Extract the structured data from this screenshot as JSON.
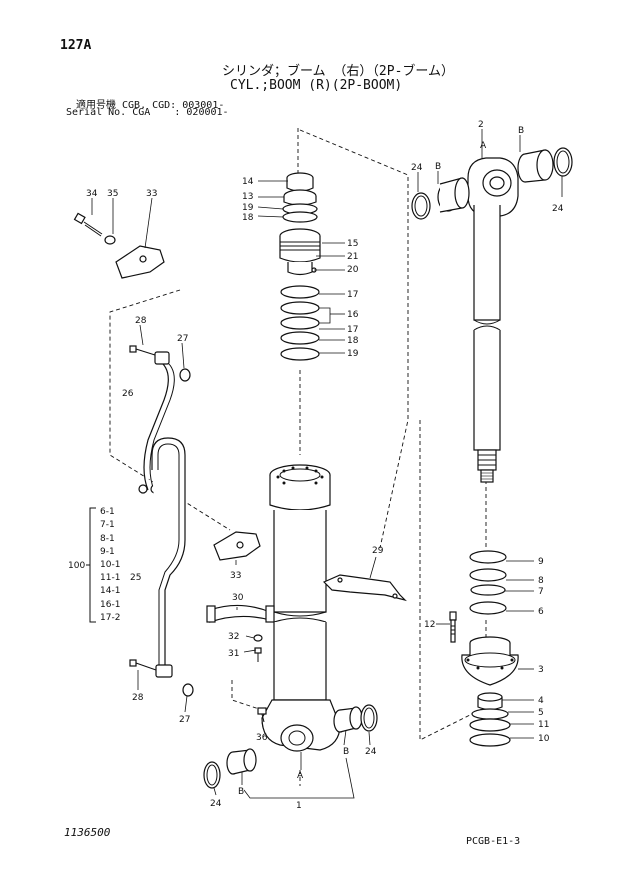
{
  "header": {
    "page_number": "127A",
    "title_jp": "シリンダ；ブーム （右）（2P-ブーム）",
    "title_en": "CYL.;BOOM (R)(2P-BOOM)",
    "serial_line1": "適用号機 CGB. CGD: 003001-",
    "serial_line2": "Serial No. CGA    : 020001-"
  },
  "footer": {
    "drawing_number": "1136500",
    "page_code": "PCGB-E1-3"
  },
  "callouts": {
    "c1": "1",
    "c2": "2",
    "c3": "3",
    "c4": "4",
    "c5": "5",
    "c6": "6",
    "c7": "7",
    "c8": "8",
    "c9": "9",
    "c10": "10",
    "c11": "11",
    "c12": "12",
    "c13": "13",
    "c14": "14",
    "c15": "15",
    "c16": "16",
    "c17a": "17",
    "c17b": "17",
    "c18a": "18",
    "c18b": "18",
    "c19a": "19",
    "c19b": "19",
    "c20": "20",
    "c21": "21",
    "c24a": "24",
    "c24b": "24",
    "c24c": "24",
    "c24d": "24",
    "c25": "25",
    "c26": "26",
    "c27a": "27",
    "c27b": "27",
    "c28a": "28",
    "c28b": "28",
    "c29": "29",
    "c30": "30",
    "c31": "31",
    "c32": "32",
    "c33a": "33",
    "c33b": "33",
    "c34": "34",
    "c35": "35",
    "c36": "36",
    "A1": "A",
    "A2": "A",
    "B1": "B",
    "B2": "B",
    "B3": "B",
    "B4": "B",
    "kit_label": "100",
    "kit_items": [
      "6-1",
      "7-1",
      "8-1",
      "9-1",
      "10-1",
      "11-1",
      "14-1",
      "16-1",
      "17-2"
    ]
  }
}
